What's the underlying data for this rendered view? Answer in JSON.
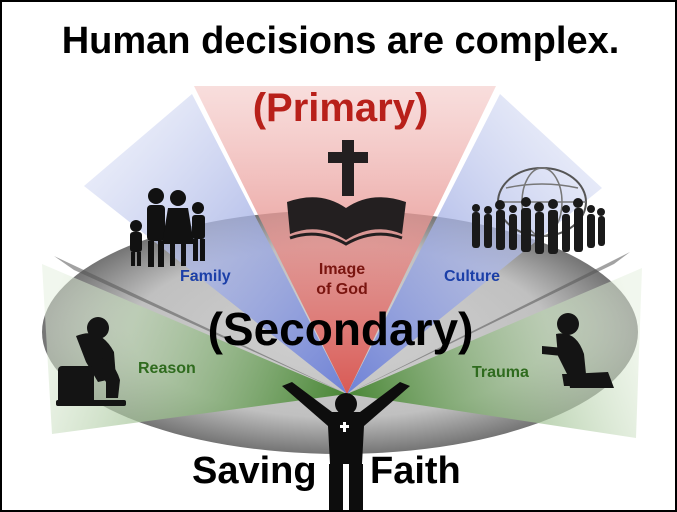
{
  "title": "Human decisions are complex.",
  "primary_label": "(Primary)",
  "secondary_label": "(Secondary)",
  "wedges": {
    "center": "Image of God",
    "center_line1": "Image",
    "center_line2": "of God",
    "upper_left": "Family",
    "upper_right": "Culture",
    "lower_left": "Reason",
    "lower_right": "Trauma"
  },
  "bottom": {
    "left_word": "Saving",
    "right_word": "Faith"
  },
  "colors": {
    "primary_red": "#b8201a",
    "family_culture_blue": "#1b3fa8",
    "reason_trauma_green": "#2f6b1e"
  },
  "icons": [
    "bible-cross-icon",
    "family-silhouette-icon",
    "crowd-globe-icon",
    "thinker-silhouette-icon",
    "kneeling-prayer-icon",
    "raised-arms-person-icon"
  ]
}
